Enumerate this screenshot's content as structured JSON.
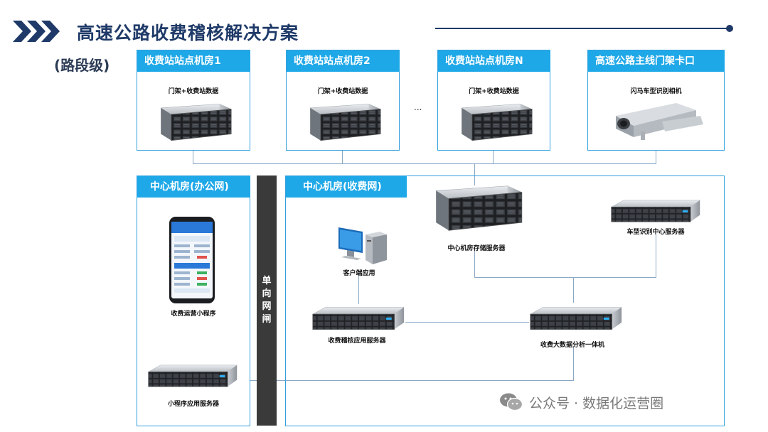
{
  "header": {
    "title": "高速公路收费稽核解决方案",
    "subtitle": "(路段级)"
  },
  "stations": [
    {
      "title": "收费站站点机房1",
      "device_label": "门架+收费站数据"
    },
    {
      "title": "收费站站点机房2",
      "device_label": "门架+收费站数据"
    },
    {
      "title": "收费站站点机房N",
      "device_label": "门架+收费站数据"
    },
    {
      "title": "高速公路主线门架卡口",
      "device_label": "闪马车型识别相机"
    }
  ],
  "ellipsis": "...",
  "office": {
    "title": "中心机房(办公网)",
    "phone_label": "收费运营小程序",
    "server_label": "小程序应用服务器"
  },
  "gateway": {
    "chars": [
      "单",
      "向",
      "网",
      "闸"
    ]
  },
  "toll": {
    "title": "中心机房(收费网)",
    "storage_label": "中心机房存储服务器",
    "recognition_label": "车型识别中心服务器",
    "client_label": "客户端应用",
    "audit_label": "收费稽核应用服务器",
    "bigdata_label": "收费大数据分析一体机"
  },
  "watermark": {
    "text": "公众号 · 数据化运营圈"
  },
  "colors": {
    "accent": "#1ea8e8",
    "title": "#1f3a68",
    "gateway": "#3a3a3a"
  }
}
